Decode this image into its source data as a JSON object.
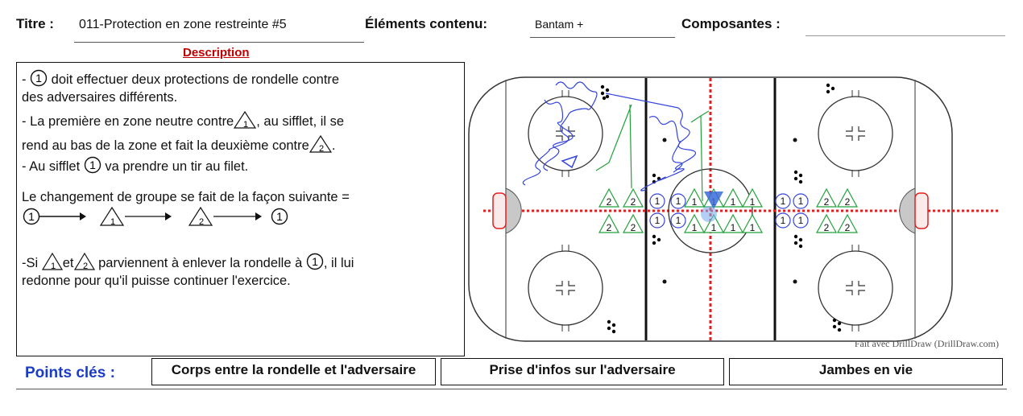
{
  "header": {
    "title_label": "Titre :",
    "title_value": "011-Protection en zone restreinte #5",
    "elements_label": "Éléments contenu:",
    "elements_value": "Bantam +",
    "components_label": "Composantes :",
    "components_value": ""
  },
  "description": {
    "heading": "Description",
    "line1a": "- ",
    "line1b": " doit effectuer deux protections de rondelle contre",
    "line2": "des adversaires différents.",
    "line3a": "- La première en zone neutre contre",
    "line3b": ", au sifflet, il se",
    "line4a": "rend au bas de la zone et fait la deuxième contre",
    "line4b": ".",
    "line5a": "- Au sifflet ",
    "line5b": " va prendre un tir au filet.",
    "line6": "Le changement de groupe se fait de la façon suivante =",
    "line7a": "-Si ",
    "line7b": "et",
    "line7c": " parviennent à enlever la rondelle à ",
    "line7d": ", il lui",
    "line8": "redonne pour qu'il puisse continuer l'exercice."
  },
  "symbols": {
    "player": "1",
    "opponent1": "1",
    "opponent2": "2"
  },
  "rink": {
    "watermark": "Fait avec DrillDraw (DrillDraw.com)",
    "opponents_top": [
      "2",
      "2",
      "1",
      "1",
      "1",
      "1",
      "2",
      "2"
    ],
    "opponents_bottom": [
      "2",
      "2",
      "1",
      "1",
      "1",
      "1",
      "2",
      "2"
    ],
    "players_top": [
      "1",
      "1",
      "1",
      "1"
    ],
    "players_bottom": [
      "1",
      "1",
      "1",
      "1"
    ]
  },
  "key_points": {
    "label": "Points clés :",
    "items": [
      "Corps entre la rondelle et l'adversaire",
      "Prise d'infos sur l'adversaire",
      "Jambes en vie"
    ]
  },
  "colors": {
    "heading_red": "#c00000",
    "key_blue": "#1a3cc7",
    "center_red": "#e02020",
    "opponent_green": "#22a03a",
    "player_blue": "#3344dd"
  }
}
